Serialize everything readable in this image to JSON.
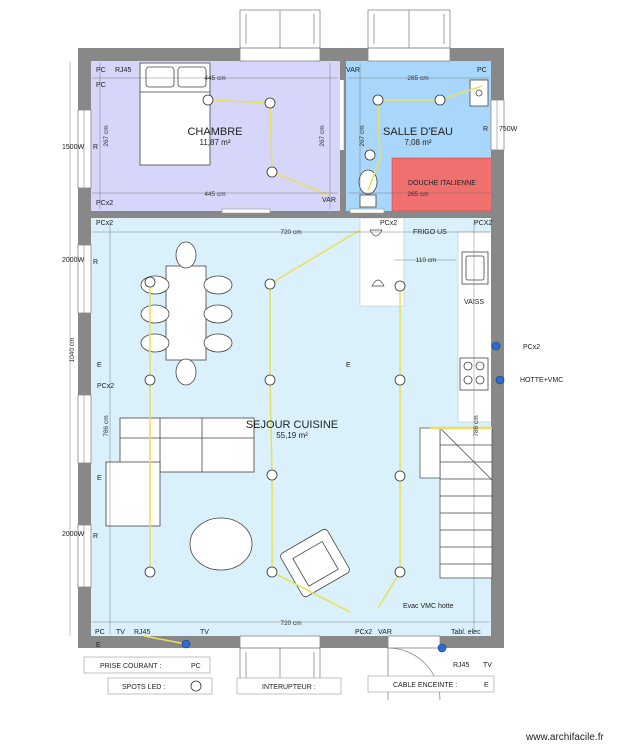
{
  "rooms": {
    "chambre": {
      "name": "CHAMBRE",
      "area": "11,87 m²"
    },
    "salle_eau": {
      "name": "SALLE D'EAU",
      "area": "7,08 m²"
    },
    "douche": {
      "name": "DOUCHE ITALIENNE"
    },
    "sejour": {
      "name": "SEJOUR CUISINE",
      "area": "55,19 m²"
    }
  },
  "dimensions": {
    "chambre_top": "445 cm",
    "chambre_bottom": "445 cm",
    "sde_top": "265 cm",
    "sde_bottom": "265 cm",
    "chambre_h_left": "267 cm",
    "chambre_h_right": "267 cm",
    "sde_h": "267 cm",
    "sejour_top": "720 cm",
    "sejour_bottom": "720 cm",
    "frigo_width": "110 cm",
    "sejour_h_left": "786 cm",
    "sejour_h_right": "786 cm",
    "total_height": "1040 cm"
  },
  "labels": {
    "pc": "PC",
    "rj45": "RJ45",
    "var": "VAR",
    "r": "R",
    "pcx2_upper": "PCx2",
    "pcx2_mixed": "PCx2",
    "pcx2_caps": "PCX2",
    "e": "E",
    "tv": "TV",
    "w1500": "1500W",
    "w2000": "2000W",
    "w750": "750W",
    "frigo": "FRIGO US",
    "vaiss": "VAISS",
    "hotte": "HOTTE+VMC",
    "evac": "Evac VMC hotte",
    "tabl": "Tabl. elec"
  },
  "legend": {
    "prise": "PRISE COURANT :",
    "prise_sym": "PC",
    "spots": "SPOTS LED :",
    "interrupteur": "INTERUPTEUR :",
    "cable": "CABLE ENCEINTE :",
    "cable_sym": "E"
  },
  "watermark": "www.archifacile.fr",
  "colors": {
    "wall": "#888888",
    "chambre": "#d6d6fb",
    "sde": "#a9d6fb",
    "douche": "#f07070",
    "sejour": "#daf1fb",
    "wire": "#e8e060"
  }
}
